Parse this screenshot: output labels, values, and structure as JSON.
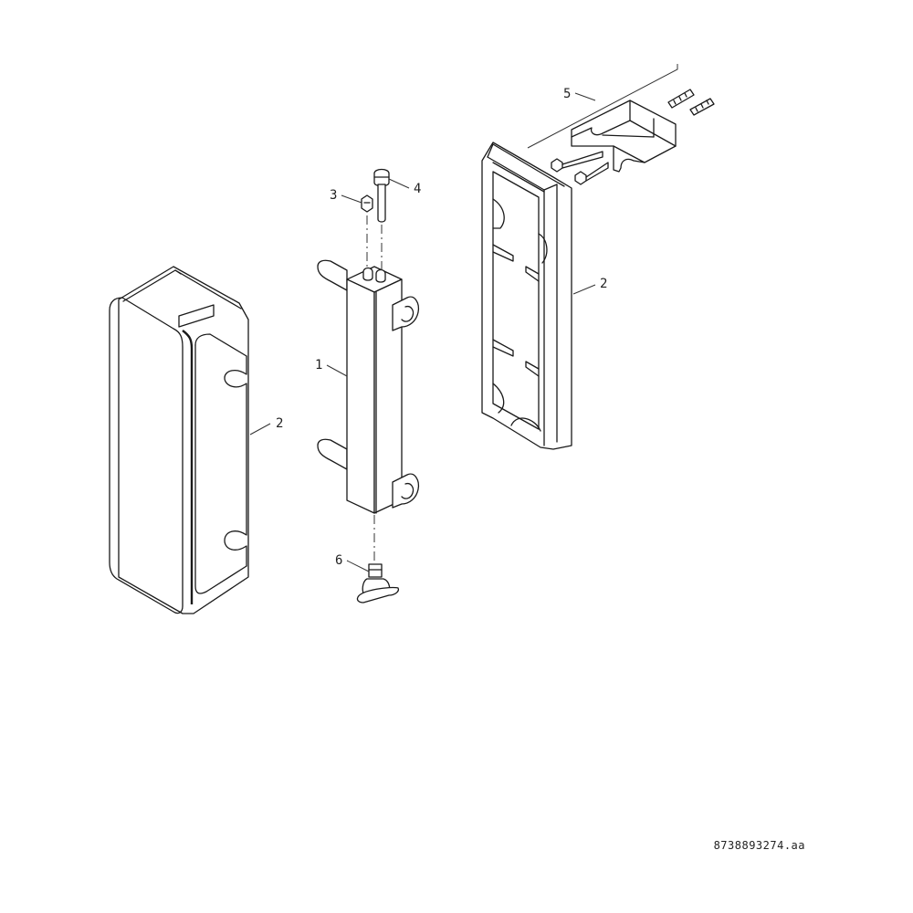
{
  "callouts": {
    "part_1": "1",
    "part_2_left": "2",
    "part_2_right": "2",
    "part_3": "3",
    "part_4": "4",
    "part_5": "5",
    "part_6": "6"
  },
  "drawing_id": "8738893274.aa"
}
